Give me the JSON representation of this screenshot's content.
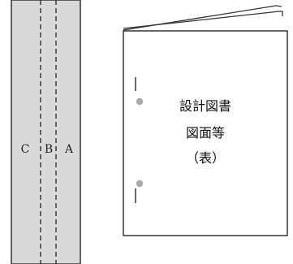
{
  "binding_strip": {
    "zones": [
      "C",
      "B",
      "A"
    ],
    "fill_color": "#d9d9d9",
    "border_color": "#333333",
    "dash_color": "#222222"
  },
  "booklet": {
    "title_lines": [
      "設計図書",
      "図面等",
      "（表）"
    ],
    "hole_color": "#aaaaaa",
    "line_color": "#333333"
  }
}
